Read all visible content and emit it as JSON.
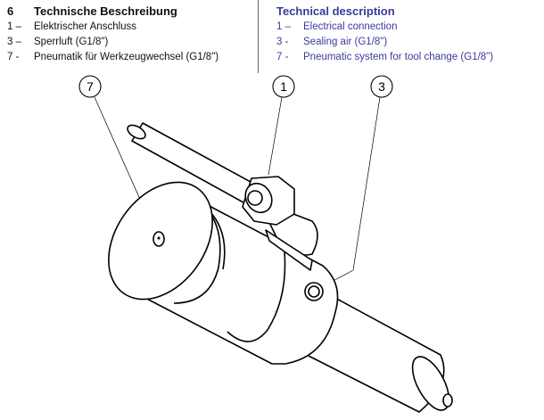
{
  "german": {
    "section_number": "6",
    "title": "Technische Beschreibung",
    "items": [
      {
        "num": "1 –",
        "text": "Elektrischer Anschluss"
      },
      {
        "num": "3 –",
        "text": "Sperrluft (G1/8\")"
      },
      {
        "num": "7 -",
        "text": "Pneumatik für Werkzeugwechsel (G1/8\")"
      }
    ]
  },
  "english": {
    "title": "Technical description",
    "items": [
      {
        "num": "1 –",
        "text": "Electrical connection"
      },
      {
        "num": "3 -",
        "text": "Sealing air (G1/8\")"
      },
      {
        "num": "7 -",
        "text": "Pneumatic system for tool change (G1/8\")"
      }
    ]
  },
  "figure": {
    "callouts": [
      "7",
      "1",
      "3"
    ]
  },
  "colors": {
    "english_text": "#3a3a9c"
  }
}
